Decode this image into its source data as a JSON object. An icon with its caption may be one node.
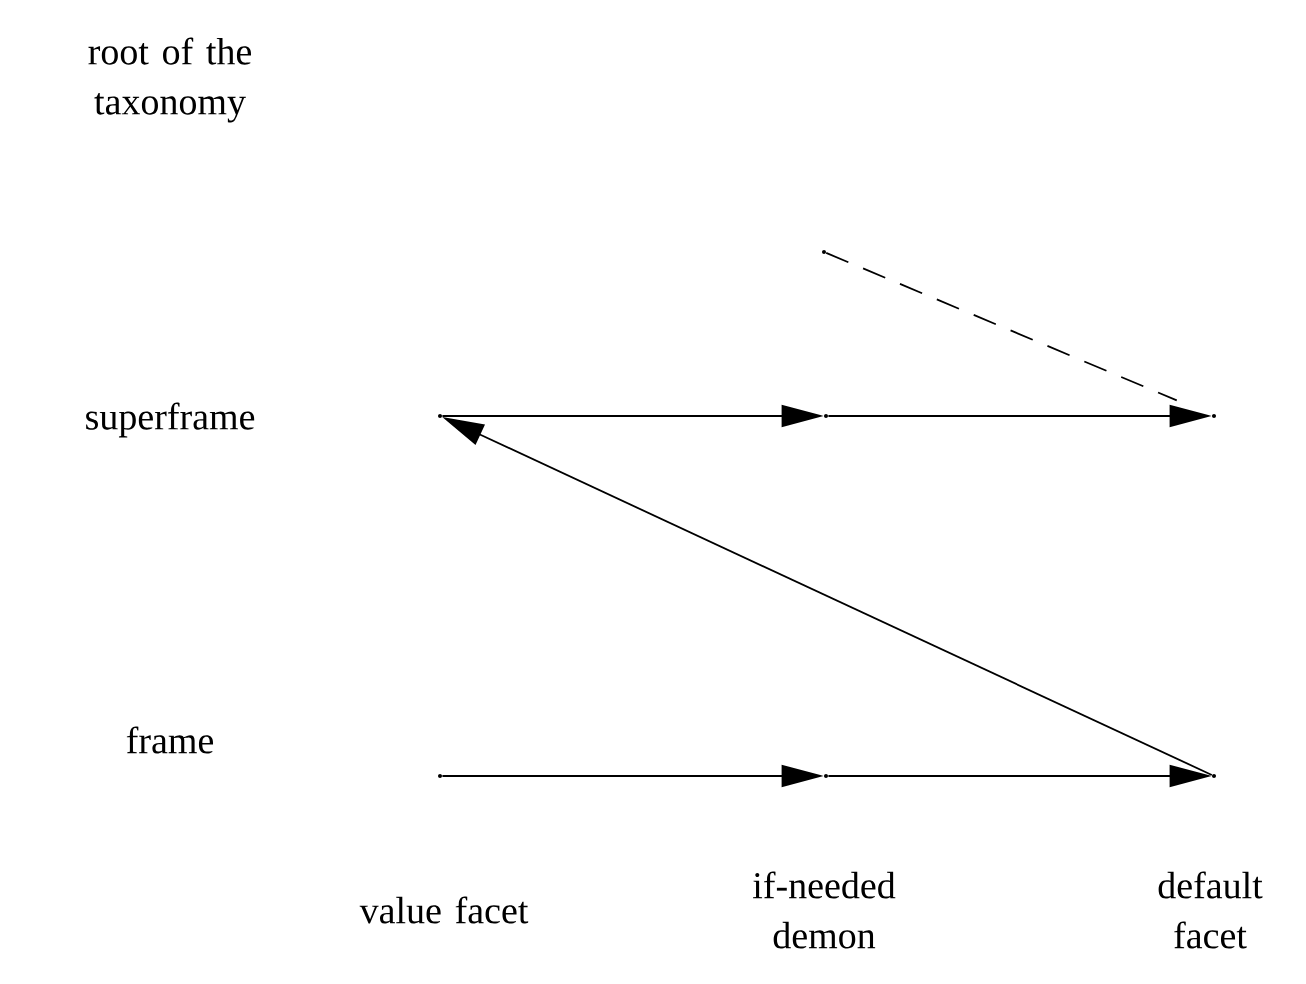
{
  "diagram": {
    "nodes": [
      {
        "text": [],
        "shape": "point"
      },
      {
        "text": [],
        "shape": "point"
      },
      {
        "text": [],
        "shape": "point"
      },
      {
        "text": [],
        "shape": "point"
      },
      {
        "text": [],
        "shape": "point"
      },
      {
        "text": [],
        "shape": "point"
      },
      {
        "text": [],
        "shape": "point"
      }
    ],
    "edges": [
      {
        "from": 0,
        "to": 1,
        "arrow": "to"
      },
      {
        "from": 1,
        "to": 2,
        "arrow": "to"
      },
      {
        "from": 3,
        "to": 4,
        "arrow": "to"
      },
      {
        "from": 4,
        "to": 5,
        "arrow": "to"
      },
      {
        "from": 5,
        "to": 0,
        "arrow": "to"
      },
      {
        "from": 6,
        "to": 2,
        "arrow": "none",
        "style": "dashed"
      }
    ],
    "labels": [
      "root of the taxonomy",
      "superframe",
      "frame",
      "value facet",
      "if-needed demon",
      "default facet"
    ]
  }
}
